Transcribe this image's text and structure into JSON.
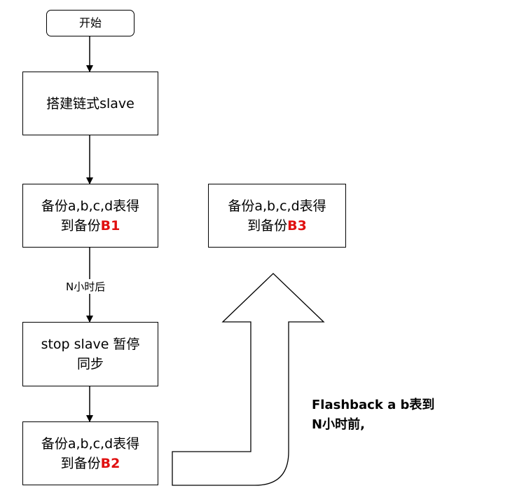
{
  "start": "开始",
  "step1": "搭建链式slave",
  "step2": {
    "line1": "备份a,b,c,d表得",
    "line2_prefix": "到备份",
    "line2_tag": "B1"
  },
  "edge_label": "N小时后",
  "step3": {
    "line1": "stop slave 暂停",
    "line2": "同步"
  },
  "step4": {
    "line1": "备份a,b,c,d表得",
    "line2_prefix": "到备份",
    "line2_tag": "B2"
  },
  "step5": {
    "line1": "备份a,b,c,d表得",
    "line2_prefix": "到备份",
    "line2_tag": "B3"
  },
  "note": {
    "line1": "Flashback a b表到",
    "line2": "N小时前,"
  },
  "colors": {
    "highlight": "#e01010",
    "stroke": "#000000"
  }
}
